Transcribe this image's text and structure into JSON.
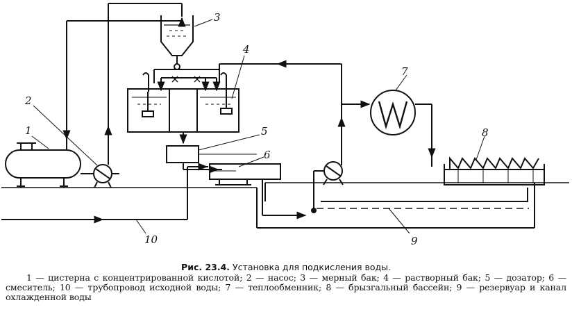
{
  "labels": [
    "1",
    "2",
    "3",
    "4",
    "5",
    "6",
    "7",
    "8",
    "9",
    "10"
  ],
  "caption": {
    "figure": "Рис. 23.4.",
    "title": "Установка для подкисления воды.",
    "legend": "1 — цистерна с концентрированной кислотой; 2 — насос; 3 — мерный бак; 4 — растворный бак; 5 — дозатор; 6 — смеситель; 10 — трубопровод исходной воды; 7 — теплообменник; 8 — брызгальный бассейн; 9 — резервуар и канал охлажденной воды"
  }
}
